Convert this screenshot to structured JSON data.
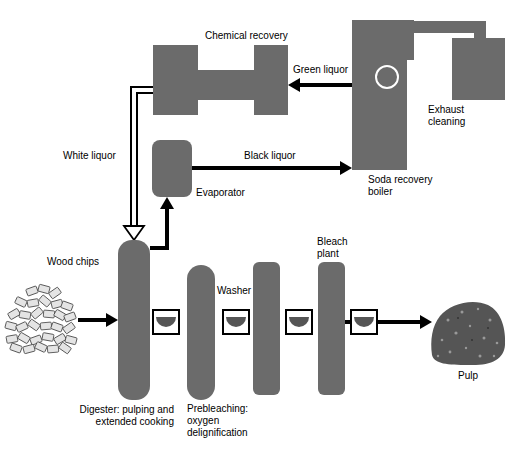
{
  "diagram": {
    "nodes": [
      {
        "text": [
          "Chemical recovery"
        ]
      },
      {
        "text": [
          "Soda recovery boiler"
        ]
      },
      {
        "text": [
          "Exhaust cleaning"
        ]
      },
      {
        "text": [
          "Evaporator"
        ]
      },
      {
        "text": [
          "Wood chips"
        ]
      },
      {
        "text": [
          "Digester: pulping and extended cooking"
        ]
      },
      {
        "text": [
          "Washer"
        ]
      },
      {
        "text": [
          "Prebleaching: oxygen delignification"
        ]
      },
      {
        "text": [
          "Bleach plant"
        ]
      },
      {
        "text": [
          "Pulp"
        ]
      }
    ],
    "edges": [
      {
        "from": 1,
        "to": 0,
        "label": "Green liquor",
        "arrow": "to"
      },
      {
        "from": 0,
        "to": 5,
        "label": "White liquor",
        "arrow": "to"
      },
      {
        "from": 3,
        "to": 1,
        "label": "Black liquor",
        "arrow": "to"
      },
      {
        "from": 4,
        "to": 5,
        "arrow": "to"
      },
      {
        "from": 5,
        "to": 3,
        "arrow": "to"
      },
      {
        "from": 8,
        "to": 9,
        "arrow": "to"
      },
      {
        "from": 1,
        "to": 2,
        "arrow": "none"
      }
    ]
  }
}
